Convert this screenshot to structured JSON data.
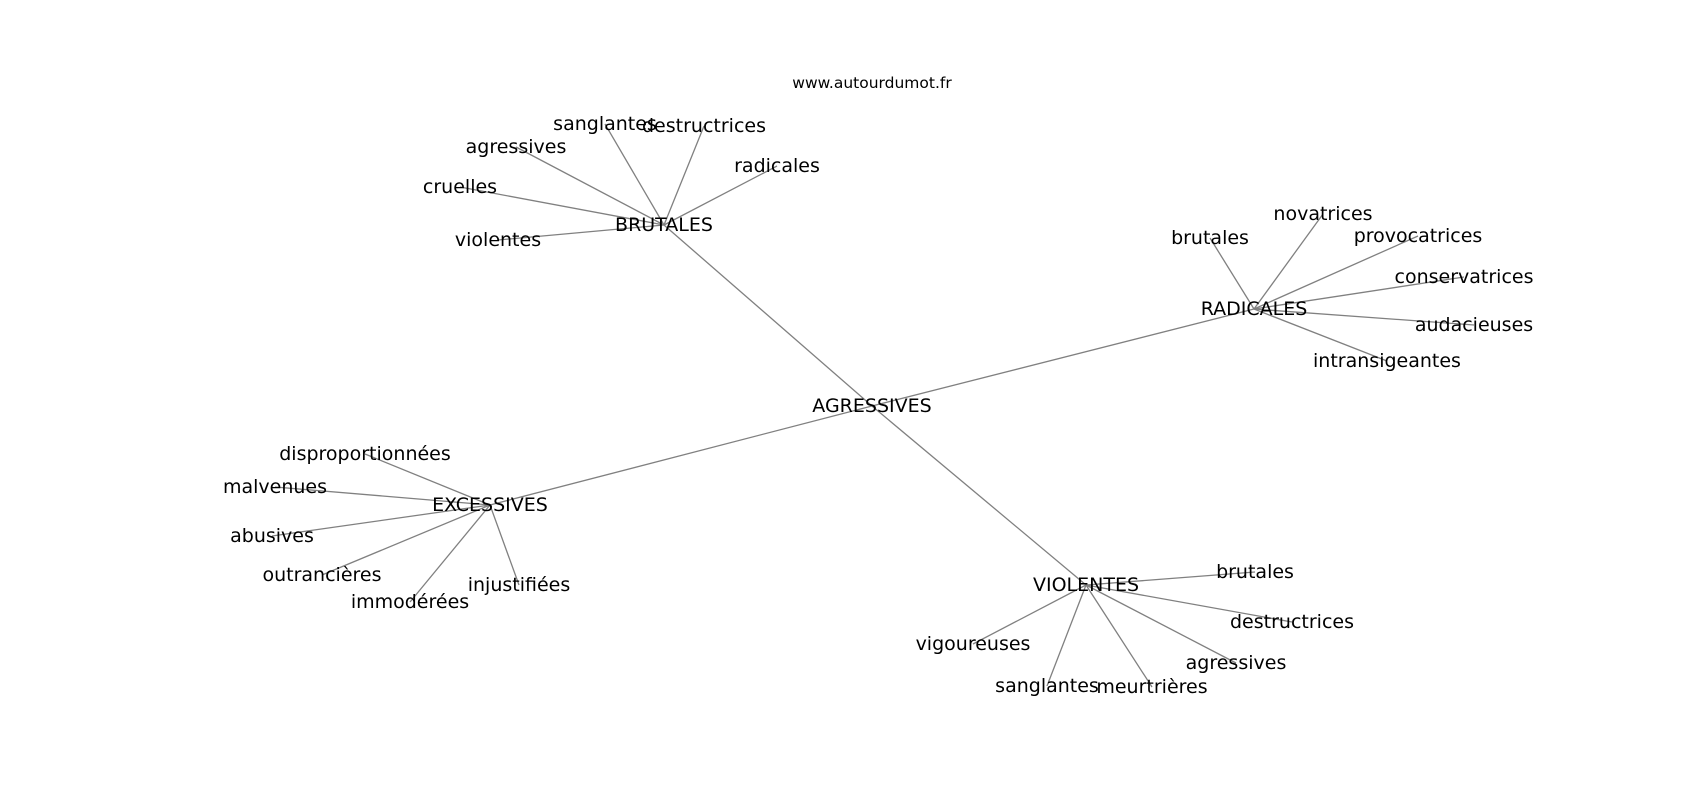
{
  "source": "www.autourdumot.fr",
  "center": {
    "id": "center",
    "label": "AGRESSIVES"
  },
  "hubs": [
    {
      "id": "brutales",
      "label": "BRUTALES",
      "leaves": [
        "sanglantes",
        "destructrices",
        "agressives",
        "radicales",
        "cruelles",
        "violentes"
      ]
    },
    {
      "id": "radicales",
      "label": "RADICALES",
      "leaves": [
        "novatrices",
        "brutales",
        "provocatrices",
        "conservatrices",
        "audacieuses",
        "intransigeantes"
      ]
    },
    {
      "id": "excessives",
      "label": "EXCESSIVES",
      "leaves": [
        "disproportionnées",
        "malvenues",
        "abusives",
        "outrancières",
        "injustifiées",
        "immodérées"
      ]
    },
    {
      "id": "violentes",
      "label": "VIOLENTES",
      "leaves": [
        "brutales",
        "destructrices",
        "agressives",
        "vigoureuses",
        "sanglantes",
        "meurtrières"
      ]
    }
  ],
  "colors": {
    "edge": "#808080",
    "text": "#000000",
    "background": "#ffffff"
  }
}
